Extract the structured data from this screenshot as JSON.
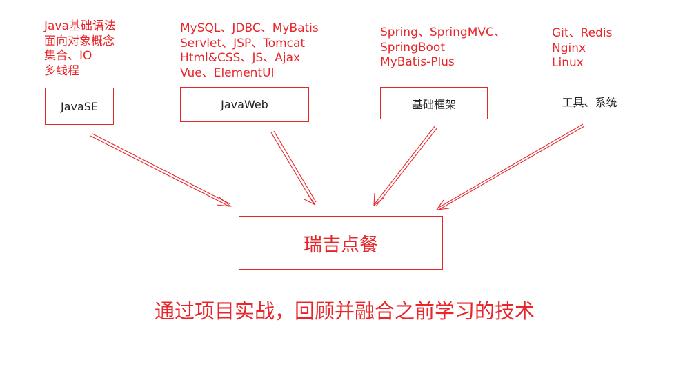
{
  "topics": [
    {
      "notes": [
        "Java基础语法",
        "面向对象概念",
        "集合、IO",
        "多线程"
      ],
      "box_label": "JavaSE"
    },
    {
      "notes": [
        "MySQL、JDBC、MyBatis",
        "Servlet、JSP、Tomcat",
        "Html&CSS、JS、Ajax",
        "Vue、ElementUI"
      ],
      "box_label": "JavaWeb"
    },
    {
      "notes": [
        "Spring、SpringMVC、",
        "SpringBoot",
        "MyBatis-Plus"
      ],
      "box_label": "基础框架"
    },
    {
      "notes": [
        "Git、Redis",
        "Nginx",
        "Linux"
      ],
      "box_label": "工具、系统"
    }
  ],
  "project": {
    "label": "瑞吉点餐"
  },
  "summary": "通过项目实战，回顾并融合之前学习的技术",
  "colors": {
    "accent": "#e8262a",
    "box_text": "#222222",
    "background": "#ffffff"
  }
}
